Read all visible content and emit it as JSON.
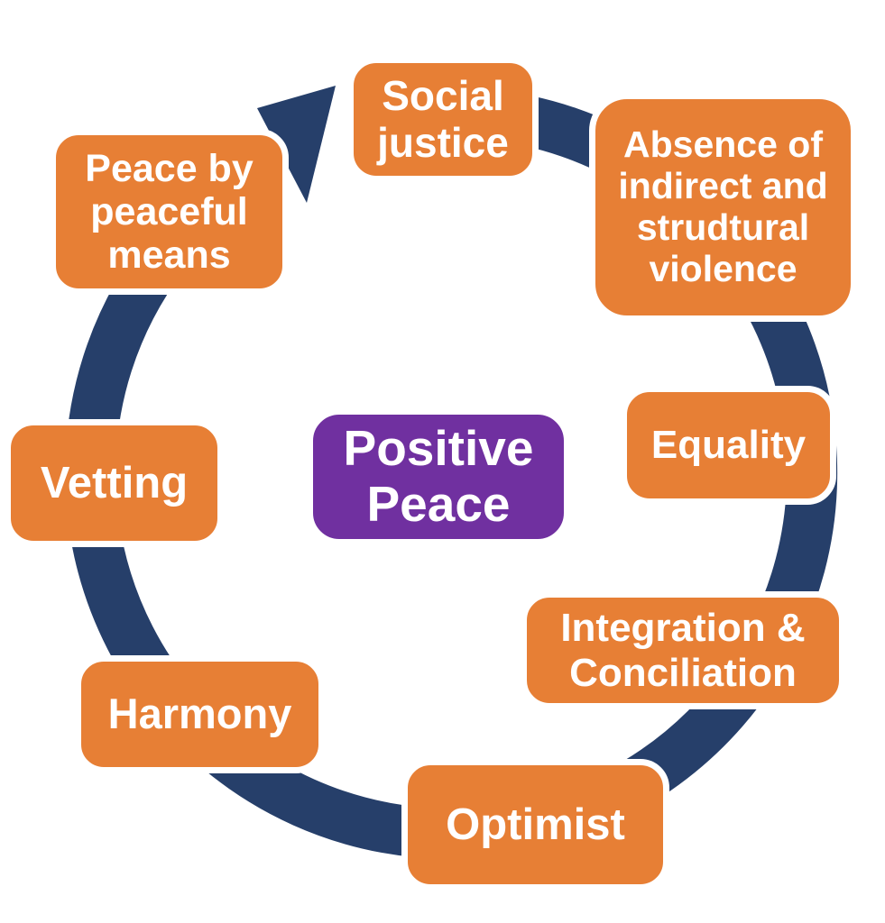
{
  "diagram": {
    "type": "cycle",
    "cycle_direction": "clockwise",
    "center": {
      "label": "Positive Peace"
    },
    "nodes": [
      {
        "id": "social-justice",
        "label": "Social justice"
      },
      {
        "id": "absence-violence",
        "label": "Absence of indirect and strudtural violence"
      },
      {
        "id": "equality",
        "label": "Equality"
      },
      {
        "id": "integration-conciliation",
        "label": "Integration & Conciliation"
      },
      {
        "id": "optimist",
        "label": "Optimist"
      },
      {
        "id": "harmony",
        "label": "Harmony"
      },
      {
        "id": "vetting",
        "label": "Vetting"
      },
      {
        "id": "peace-by-peaceful-means",
        "label": "Peace by peaceful means"
      }
    ],
    "colors": {
      "node_fill": "#E77F35",
      "node_border": "#FFFFFF",
      "node_text": "#FFFFFF",
      "center_fill": "#7030A0",
      "ring": "#263F6A",
      "background": "#FFFFFF"
    }
  }
}
